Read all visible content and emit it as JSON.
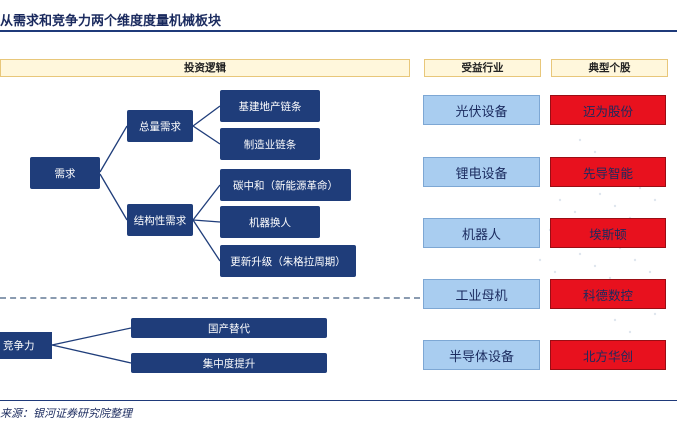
{
  "title": "从需求和竞争力两个维度度量机械板块",
  "headers": {
    "logic": "投资逻辑",
    "industry": "受益行业",
    "stocks": "典型个股"
  },
  "demand": {
    "root": "需求",
    "total": "总量需求",
    "total_children": [
      "基建地产链条",
      "制造业链条"
    ],
    "structural": "结构性需求",
    "structural_children": [
      "碳中和（新能源革命）",
      "机器换人",
      "更新升级（朱格拉周期）"
    ]
  },
  "competition": {
    "root": "竞争力",
    "children": [
      "国产替代",
      "集中度提升"
    ]
  },
  "industries": [
    "光伏设备",
    "锂电设备",
    "机器人",
    "工业母机",
    "半导体设备"
  ],
  "stocks": [
    "迈为股份",
    "先导智能",
    "埃斯顿",
    "科德数控",
    "北方华创"
  ],
  "source": "来源：银河证券研究院整理",
  "colors": {
    "navy": "#1f3d7a",
    "industry_fill": "#a9cdf0",
    "stock_fill": "#e8111e",
    "header_fill": "#fff7dc"
  }
}
